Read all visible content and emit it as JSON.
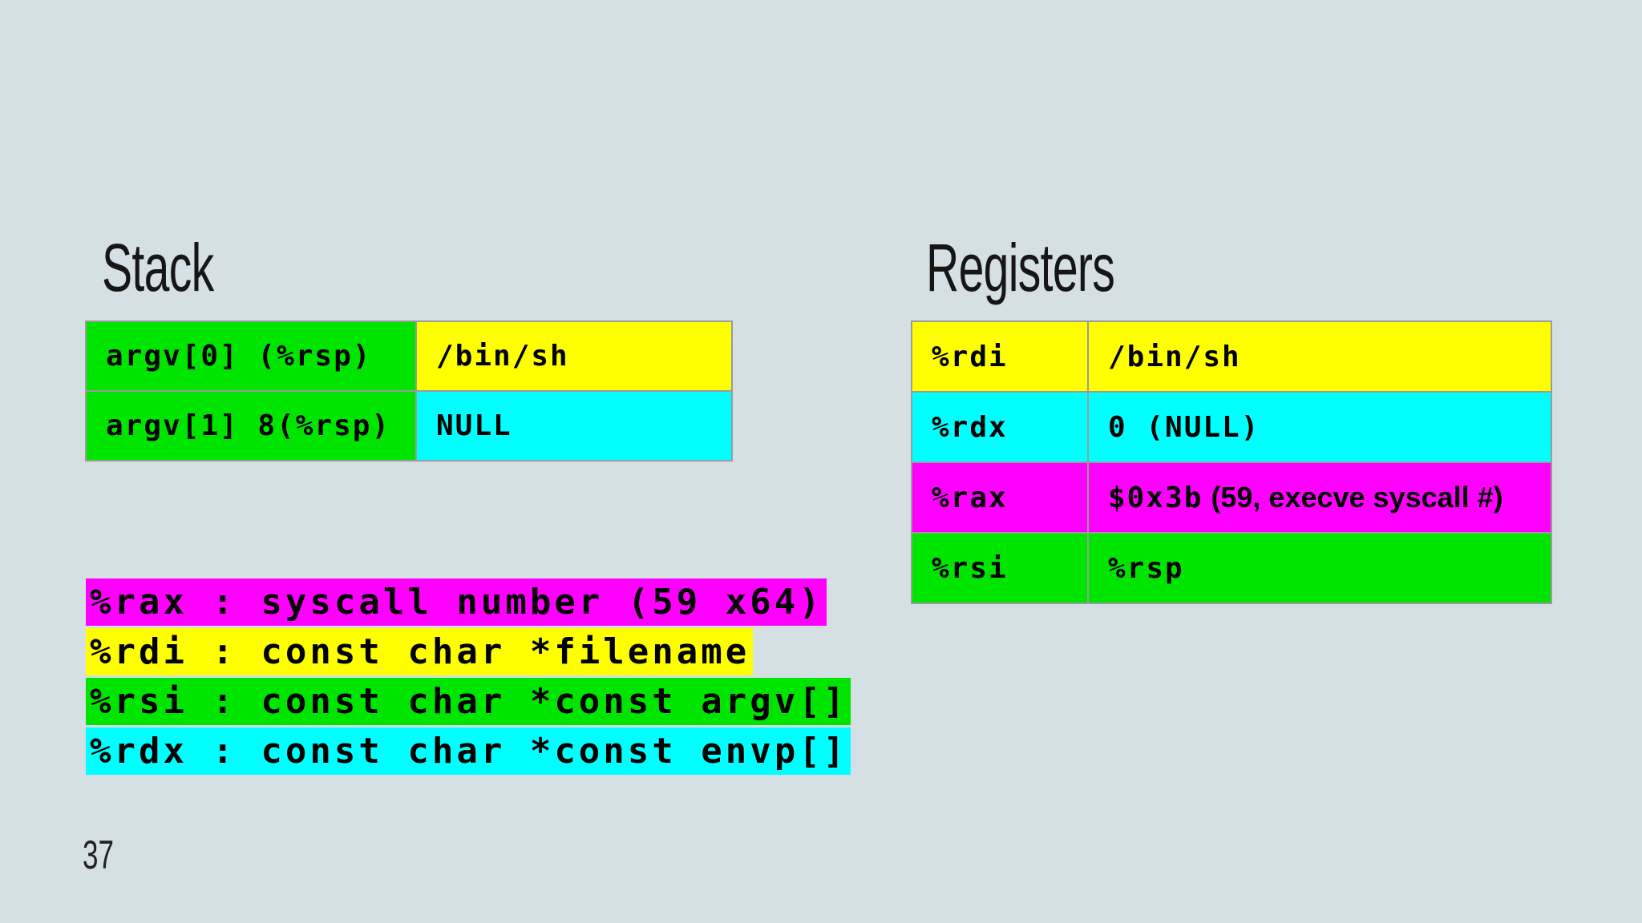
{
  "slide": {
    "background_color": "#d4e0e4",
    "page_number": "37"
  },
  "colors": {
    "green": "#00e500",
    "yellow": "#ffff00",
    "cyan": "#00ffff",
    "magenta": "#ff00ff",
    "table_border": "#9b9b9b"
  },
  "stack": {
    "title": "Stack",
    "rows": [
      {
        "label": "argv[0] (%rsp)",
        "label_color": "#00e500",
        "value": "/bin/sh",
        "value_color": "#ffff00"
      },
      {
        "label": "argv[1] 8(%rsp)",
        "label_color": "#00e500",
        "value": "NULL",
        "value_color": "#00ffff"
      }
    ]
  },
  "registers": {
    "title": "Registers",
    "rows": [
      {
        "register": "%rdi",
        "value": "/bin/sh",
        "note": "",
        "color": "#ffff00"
      },
      {
        "register": "%rdx",
        "value": "0 (NULL)",
        "note": "",
        "color": "#00ffff"
      },
      {
        "register": "%rax",
        "value": "$0x3b",
        "note": "(59, execve syscall #)",
        "color": "#ff00ff"
      },
      {
        "register": "%rsi",
        "value": "%rsp",
        "note": "",
        "color": "#00e500"
      }
    ]
  },
  "syscall_legend": {
    "lines": [
      {
        "text": "%rax : syscall number (59 x64)",
        "highlight": "#ff00ff"
      },
      {
        "text": "%rdi : const char *filename",
        "highlight": "#ffff00"
      },
      {
        "text": "%rsi : const char *const argv[]",
        "highlight": "#00e500"
      },
      {
        "text": "%rdx : const char *const envp[]",
        "highlight": "#00ffff"
      }
    ]
  }
}
